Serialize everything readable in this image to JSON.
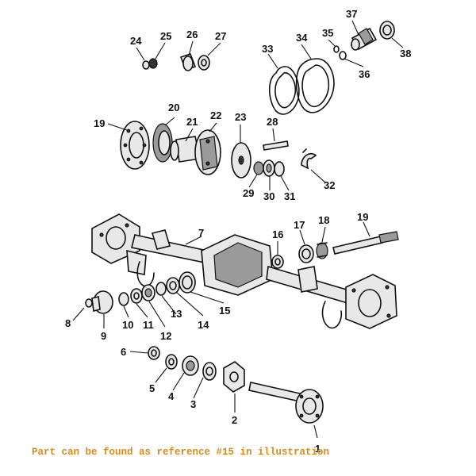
{
  "caption": {
    "text": "Part can be found as reference #15 in illustration",
    "color": "#d98a1c"
  },
  "callouts": [
    "1",
    "2",
    "3",
    "4",
    "5",
    "6",
    "7",
    "8",
    "9",
    "10",
    "11",
    "12",
    "13",
    "14",
    "15",
    "16",
    "17",
    "18",
    "19",
    "19",
    "20",
    "21",
    "22",
    "23",
    "24",
    "25",
    "26",
    "27",
    "28",
    "29",
    "30",
    "31",
    "32",
    "33",
    "34",
    "35",
    "36",
    "37",
    "38"
  ],
  "highlighted_reference": "15"
}
